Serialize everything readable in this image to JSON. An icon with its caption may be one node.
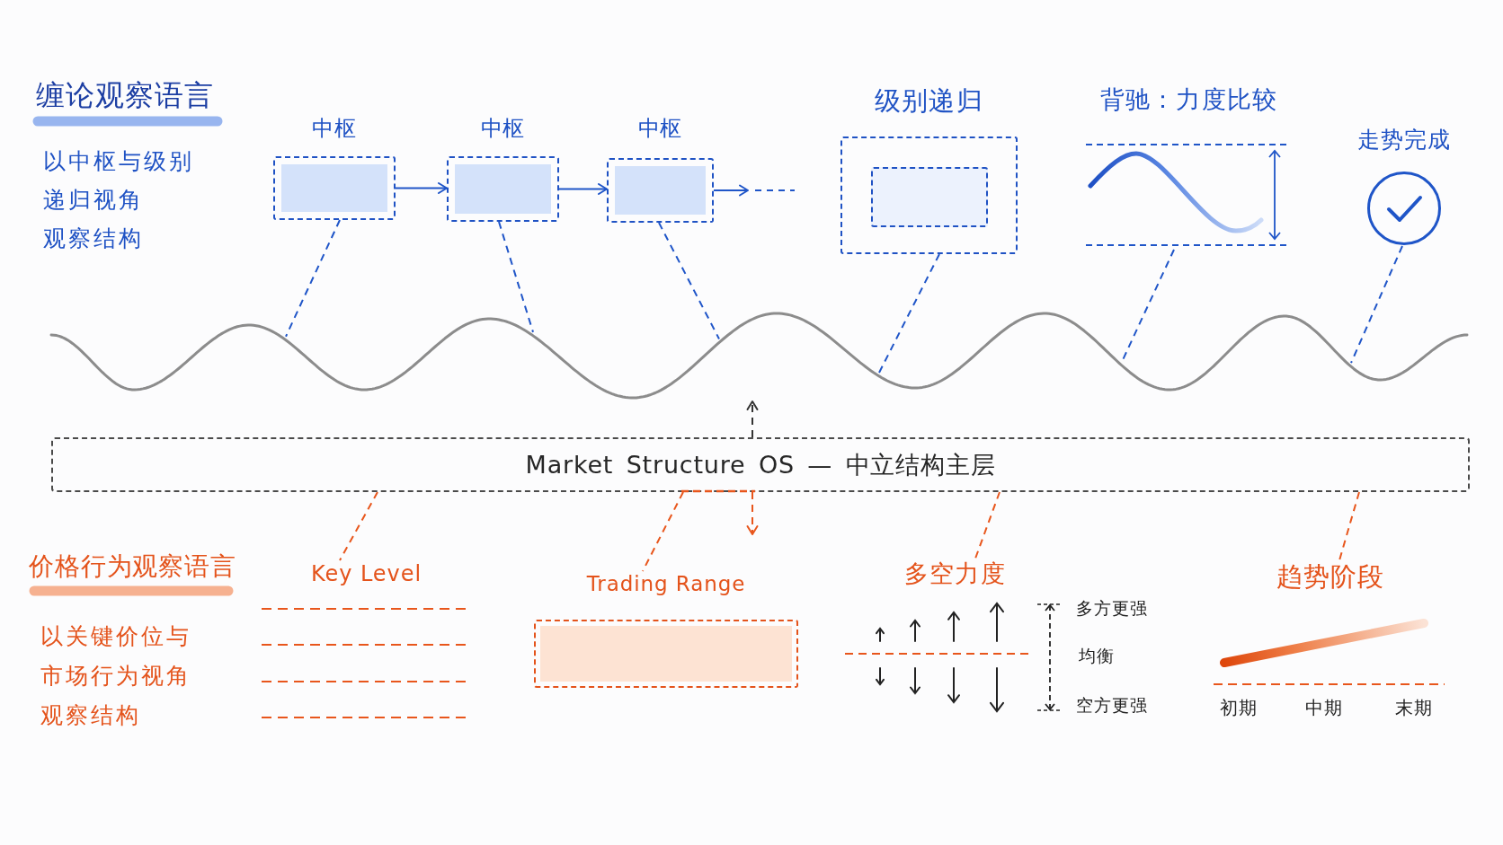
{
  "diagram": {
    "nodes": [
      {
        "text": [
          "中枢"
        ]
      },
      {
        "text": [
          "中枢"
        ]
      },
      {
        "text": [
          "中枢"
        ]
      },
      {
        "text": [
          "级别递归"
        ]
      },
      {
        "text": [],
        "shape": "box",
        "in": 3
      },
      {
        "text": [
          "背驰：力度比较"
        ]
      },
      {
        "text": [
          "走势完成"
        ]
      },
      {
        "text": [],
        "shape": "wave"
      },
      {
        "text": [
          "Market Structure OS — 中立结构主层"
        ]
      },
      {
        "text": [
          "Key Level"
        ]
      },
      {
        "text": [
          "Trading Range"
        ]
      },
      {
        "text": [
          "多空力度"
        ],
        "beside": [
          "多方更强",
          "均衡",
          "空方更强"
        ]
      },
      {
        "text": [
          "趋势阶段"
        ],
        "beside": [
          "初期",
          "中期",
          "末期"
        ]
      }
    ],
    "edges": [
      {
        "from": 0,
        "to": 1,
        "arrow": "to"
      },
      {
        "from": 1,
        "to": 2,
        "arrow": "to"
      },
      {
        "from": 2,
        "to": null,
        "arrow": "to"
      },
      {
        "from": 0,
        "to": 7,
        "arrow": "none",
        "style": "dashed"
      },
      {
        "from": 1,
        "to": 7,
        "arrow": "none",
        "style": "dashed"
      },
      {
        "from": 2,
        "to": 7,
        "arrow": "none",
        "style": "dashed"
      },
      {
        "from": 3,
        "to": 7,
        "arrow": "none",
        "style": "dashed"
      },
      {
        "from": 5,
        "to": 7,
        "arrow": "none",
        "style": "dashed"
      },
      {
        "from": 6,
        "to": 7,
        "arrow": "none",
        "style": "dashed"
      },
      {
        "from": 8,
        "to": 7,
        "arrow": "to",
        "style": "dashed",
        "color": "#333333"
      },
      {
        "from": 8,
        "to": null,
        "arrow": "to",
        "style": "dashed",
        "color": "#e8561c"
      },
      {
        "from": 8,
        "to": 9,
        "arrow": "none",
        "style": "dashed",
        "color": "#e8561c"
      },
      {
        "from": 8,
        "to": 10,
        "arrow": "none",
        "style": "dashed",
        "color": "#e8561c"
      },
      {
        "from": 8,
        "to": 11,
        "arrow": "none",
        "style": "dashed",
        "color": "#e8561c"
      },
      {
        "from": 8,
        "to": 12,
        "arrow": "none",
        "style": "dashed",
        "color": "#e8561c"
      }
    ],
    "labels": [
      "缠论观察语言",
      "以中枢与级别递归视角观察结构",
      "价格行为观察语言",
      "以关键价位与市场行为视角观察结构"
    ]
  }
}
